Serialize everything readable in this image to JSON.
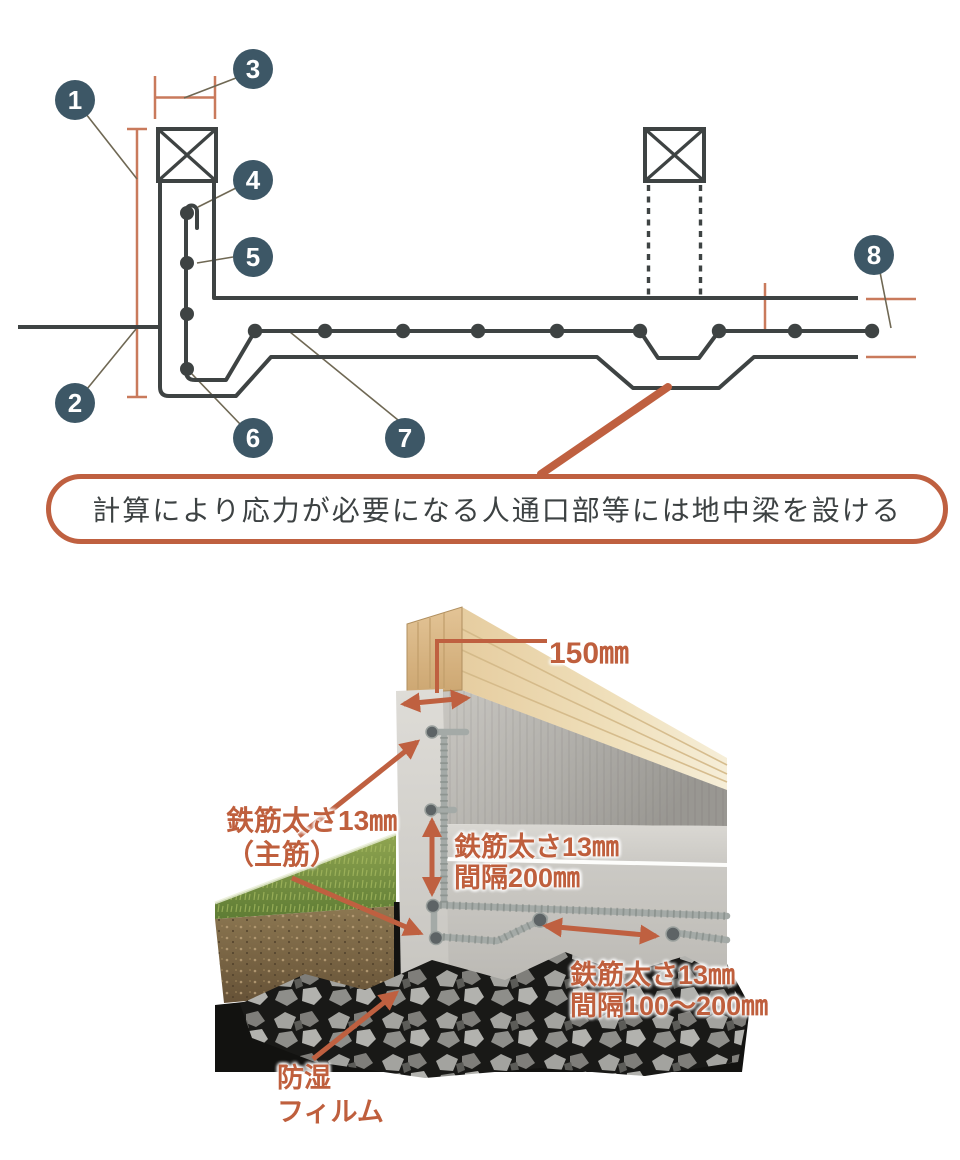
{
  "diagram": {
    "badges": [
      "1",
      "2",
      "3",
      "4",
      "5",
      "6",
      "7",
      "8"
    ],
    "callout_text": "計算により応力が必要になる人通口部等には地中梁を設ける"
  },
  "photo": {
    "labels": {
      "width_top": "150㎜",
      "main_rebar_line1": "鉄筋太さ13㎜",
      "main_rebar_line2": "（主筋）",
      "wall_spacing_line1": "鉄筋太さ13㎜",
      "wall_spacing_line2": "間隔200㎜",
      "slab_spacing_line1": "鉄筋太さ13㎜",
      "slab_spacing_line2": "間隔100〜200㎜",
      "film_line1": "防湿",
      "film_line2": "フィルム"
    }
  },
  "colors": {
    "accent_orange": "#bf6040",
    "dimension_red": "#c97a5c",
    "line_ink": "#3e4343",
    "badge_navy": "#3d5766",
    "leader_olive": "#6f6854"
  }
}
